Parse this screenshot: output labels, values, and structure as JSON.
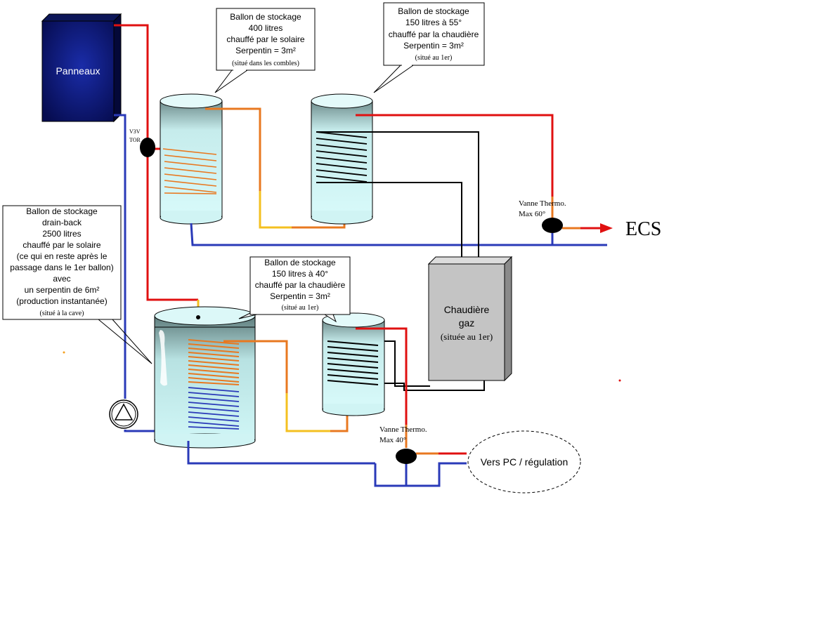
{
  "panel": {
    "label": "Panneaux",
    "fill": "#0a1470"
  },
  "valve_3v": {
    "line1": "V3V",
    "line2": "TOR"
  },
  "callout_400": {
    "lines": [
      "Ballon de stockage",
      "400 litres",
      "chauffé par le solaire",
      "Serpentin = 3m²"
    ],
    "small": "(situé dans les combles)"
  },
  "callout_150_55": {
    "lines": [
      "Ballon de stockage",
      "150 litres à 55°",
      "chauffé par la chaudière",
      "Serpentin = 3m²"
    ],
    "small": "(situé au 1er)"
  },
  "callout_2500": {
    "lines": [
      "Ballon de stockage",
      "drain-back",
      "2500 litres",
      "chauffé par le solaire",
      "(ce qui en reste après le",
      "passage dans le 1er ballon)",
      "avec",
      "un serpentin de 6m²",
      "(production instantanée)"
    ],
    "small": "(situé à la cave)"
  },
  "callout_150_40": {
    "lines": [
      "Ballon de stockage",
      "150 litres à 40°",
      "chauffé par la chaudière",
      "Serpentin = 3m²"
    ],
    "small": "(situé au 1er)"
  },
  "boiler": {
    "line1": "Chaudière",
    "line2": "gaz",
    "line3": "(située au 1er)"
  },
  "vanne_60": {
    "line1": "Vanne Thermo.",
    "line2": "Max 60°"
  },
  "vanne_40": {
    "line1": "Vanne Thermo.",
    "line2": "Max 40°"
  },
  "ecs_label": "ECS",
  "vers_pc": "Vers PC / régulation",
  "colors": {
    "hot": "#e01010",
    "cold": "#2a3ab8",
    "orange": "#e87820",
    "yellow": "#f4c020",
    "black": "#000000",
    "tank_top": "#ecfcfc",
    "tank_bottom": "#a6dcdc",
    "boiler": "#c4c4c4"
  }
}
